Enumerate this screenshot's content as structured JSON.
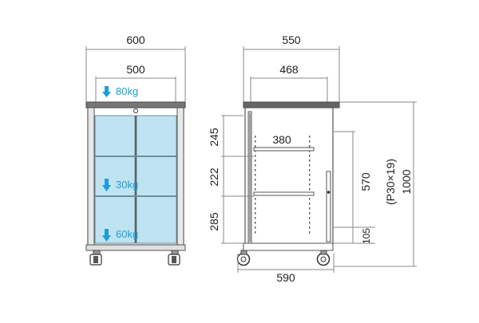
{
  "front_view": {
    "width_overall": "600",
    "width_inner": "500",
    "load_top": "80kg",
    "load_mid": "30kg",
    "load_bottom": "60kg"
  },
  "side_view": {
    "depth_top": "550",
    "depth_inner": "468",
    "shelf_depth": "380",
    "base_depth": "590",
    "height_245": "245",
    "height_222": "222",
    "height_285": "285",
    "inner_height": "570",
    "caster_height": "105",
    "pitch_note": "(P30×19)",
    "total_height": "1000"
  },
  "colors": {
    "line": "#555555",
    "dim_line": "#888888",
    "glass": "#bfe3f0",
    "accent": "#1a9fd6",
    "top_board": "#666666"
  }
}
